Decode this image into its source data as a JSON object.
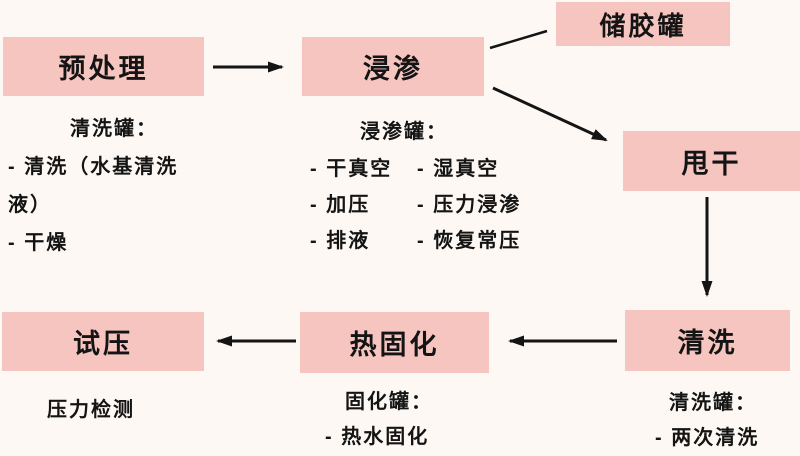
{
  "colors": {
    "background": "#fdf8f3",
    "box": "#f6c5c0",
    "text": "#141414",
    "arrow": "#141414"
  },
  "nodes": {
    "pretreatment": {
      "label": "预处理"
    },
    "impregnation": {
      "label": "浸渗"
    },
    "glue_tank": {
      "label": "储胶罐"
    },
    "spin_dry": {
      "label": "甩干"
    },
    "cleaning": {
      "label": "清洗"
    },
    "heat_curing": {
      "label": "热固化"
    },
    "pressure_test": {
      "label": "试压"
    }
  },
  "notes": {
    "pretreatment": {
      "title": "清洗罐：",
      "line1": "- 清洗（水基清洗",
      "line2": "液）",
      "line3": "- 干燥"
    },
    "impregnation": {
      "title": "浸渗罐：",
      "left": [
        "- 干真空",
        "- 加压",
        "- 排液"
      ],
      "right": [
        "- 湿真空",
        "- 压力浸渗",
        "- 恢复常压"
      ]
    },
    "cleaning": {
      "title": "清洗罐：",
      "line1": "- 两次清洗"
    },
    "heat_curing": {
      "title": "固化罐：",
      "line1": "- 热水固化"
    },
    "pressure_test": {
      "line1": "压力检测"
    }
  },
  "edges": [
    {
      "from": "预处理",
      "to": "浸渗",
      "arrowhead": true
    },
    {
      "from": "浸渗",
      "to": "储胶罐",
      "arrowhead": false
    },
    {
      "from": "浸渗",
      "to": "甩干",
      "arrowhead": true
    },
    {
      "from": "甩干",
      "to": "清洗",
      "arrowhead": true
    },
    {
      "from": "清洗",
      "to": "热固化",
      "arrowhead": true
    },
    {
      "from": "热固化",
      "to": "试压",
      "arrowhead": true
    }
  ]
}
